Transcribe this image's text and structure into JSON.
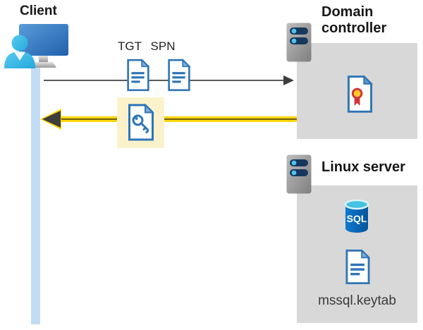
{
  "labels": {
    "client": "Client",
    "tgt": "TGT",
    "spn": "SPN",
    "domain_controller": "Domain controller",
    "linux_server": "Linux server",
    "sql": "SQL",
    "keytab_file": "mssql.keytab"
  },
  "colors": {
    "zone_gray": "#d8d8d8",
    "highlight_yellow": "#fbf2cc",
    "arrow_yellow": "#ffd60a",
    "arrow_yellow_stripe": "#6e5e10",
    "arrow_gray_line": "#595959",
    "arrowhead_dark": "#3d3d3d",
    "document_blue": "#2e75b6",
    "document_fold_blue": "#7faedc",
    "timeline_blue": "#c3dcf5",
    "person_cyan": "#41c0ea",
    "seal_yellow": "#ffc928",
    "seal_red": "#d13438",
    "sql_body_blue": "#0f6cbd",
    "sql_top_cyan": "#45c3e0",
    "server_slot_navy": "#17375e"
  }
}
